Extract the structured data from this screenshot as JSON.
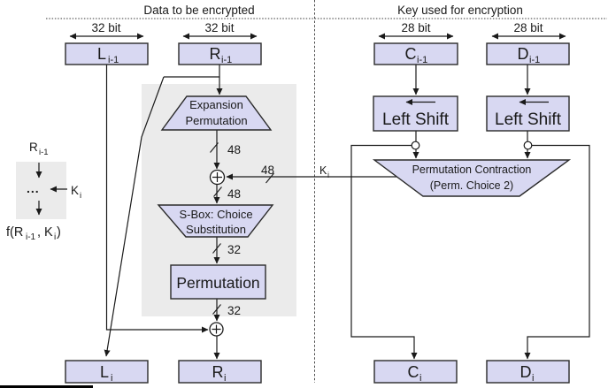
{
  "headers": {
    "left": "Data to be encrypted",
    "right": "Key used for encryption"
  },
  "bit_widths": {
    "data": "32 bit",
    "key": "28 bit"
  },
  "registers": {
    "l_prev": {
      "main": "L",
      "sub": "i-1"
    },
    "r_prev": {
      "main": "R",
      "sub": "i-1"
    },
    "c_prev": {
      "main": "C",
      "sub": "i-1"
    },
    "d_prev": {
      "main": "D",
      "sub": "i-1"
    },
    "l_next": {
      "main": "L",
      "sub": "i"
    },
    "r_next": {
      "main": "R",
      "sub": "i"
    },
    "c_next": {
      "main": "C",
      "sub": "i"
    },
    "d_next": {
      "main": "D",
      "sub": "i"
    }
  },
  "blocks": {
    "expansion_line1": "Expansion",
    "expansion_line2": "Permutation",
    "sbox_line1": "S-Box: Choice",
    "sbox_line2": "Substitution",
    "permutation": "Permutation",
    "left_shift": "Left Shift",
    "perm_contraction_line1": "Permutation Contraction",
    "perm_contraction_line2": "(Perm. Choice 2)"
  },
  "wire_labels": {
    "w48": "48",
    "w32": "32"
  },
  "key_label": {
    "main": "K",
    "sub": "i"
  },
  "legend": {
    "input": {
      "main": "R",
      "sub": "i-1"
    },
    "dots": "...",
    "key": {
      "main": "K",
      "sub": "i"
    },
    "output": {
      "p1": "f(R",
      "sub1": "i-1",
      "p2": ", K",
      "sub2": "i",
      "p3": ")"
    }
  },
  "colors": {
    "box_fill": "#d8d8f2",
    "box_stroke": "#2a2a2a",
    "panel_fill": "#ebebeb",
    "wire": "#1a1a1a"
  }
}
